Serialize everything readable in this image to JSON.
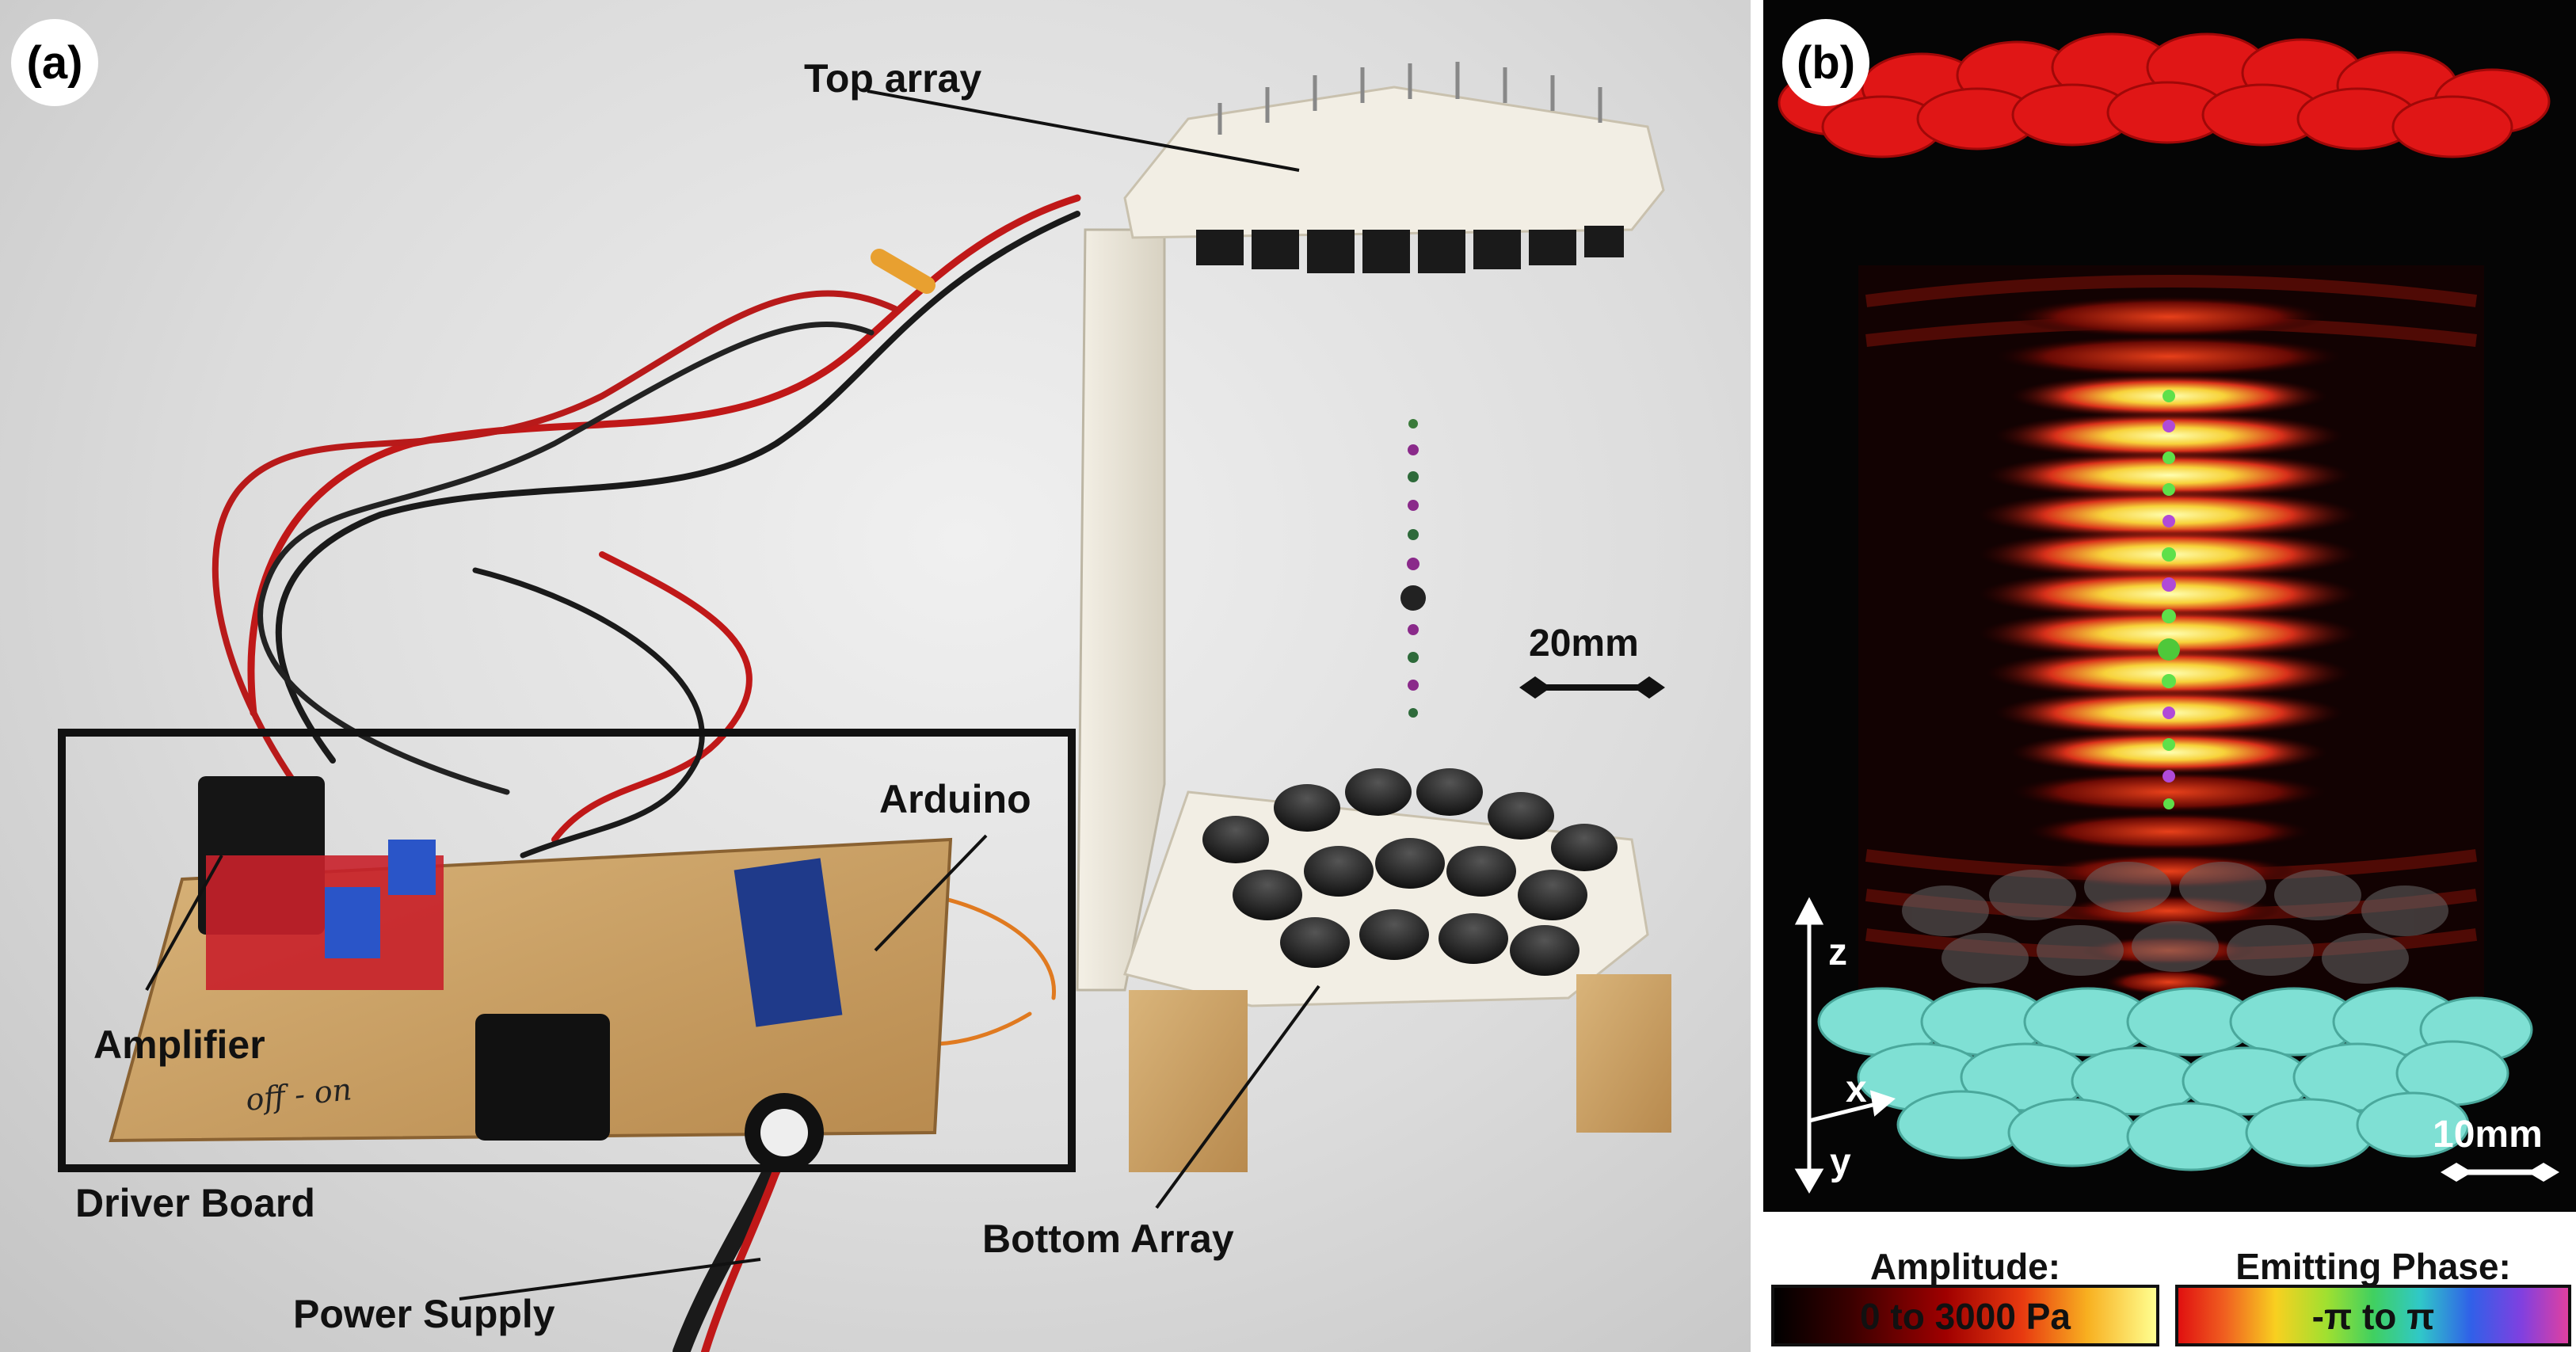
{
  "panel_a": {
    "label": "(a)",
    "callouts": {
      "top_array": "Top array",
      "arduino": "Arduino",
      "amplifier": "Amplifier",
      "driver_board": "Driver Board",
      "bottom_array": "Bottom Array",
      "power_supply": "Power Supply"
    },
    "scale_bar": "20mm",
    "board_marking": "off - on"
  },
  "panel_b": {
    "label": "(b)",
    "axes": {
      "z": "z",
      "x": "x",
      "y": "y"
    },
    "scale_bar": "10mm"
  },
  "colorbars": {
    "amplitude": {
      "title": "Amplitude:",
      "range": "0 to 3000 Pa"
    },
    "phase": {
      "title": "Emitting Phase:",
      "range": "-π to π"
    }
  },
  "colors": {
    "top_array_sim": "#e01010",
    "bottom_array_sim": "#7fe0d4",
    "phase_green": "#5ee04a",
    "phase_purple": "#b04ad8"
  }
}
